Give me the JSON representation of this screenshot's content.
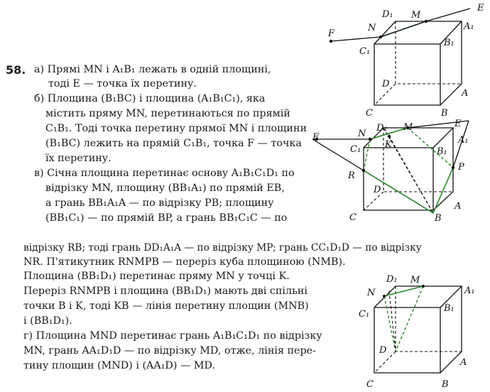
{
  "problem": {
    "number": "58.",
    "lines": [
      "а) Прямі MN і A₁B₁ лежать в одній площині,",
      "тоді E — точка їх перетину.",
      "б) Площина (B₁BC) і площина (A₁B₁C₁), яка",
      "містить пряму MN, перетинаються по прямій",
      "C₁B₁. Тоді точка перетину прямої MN і площини",
      "(B₁BC) лежить на прямій C₁B₁, точка F — точка",
      "їх перетину.",
      "в) Січна площина перетинає основу A₁B₁C₁D₁ по",
      "відрізку MN, площину (BB₁A₁) по прямій EB,",
      "а грань BB₁A₁A — по відрізку PB; площину",
      "(BB₁C₁) — по прямій BP, а грань BB₁C₁C — по",
      "відрізку RB; тоді грань DD₁A₁A — по відрізку MP; грань CC₁D₁D — по відрізку",
      "NR. П'ятикутник RNMPB — переріз куба площиною (NMB).",
      "Площина (BB₁D₁) перетинає пряму MN у точці K.",
      "Переріз RNMPB і площина (BB₁D₁) мають дві спільні",
      "точки B і K, тоді KB — лінія перетину площин (MNB)",
      "і (BB₁D₁).",
      "г) Площина MND перетинає грань A₁B₁C₁D₁ по відрізку",
      "MN, грань AA₁D₁D — по відрізку MD, отже, лінія пере-",
      "тину площин (MND) і (AA₁D) — MD."
    ]
  },
  "figures": {
    "fig1": {
      "labels": {
        "E": "E",
        "D1": "D₁",
        "M": "M",
        "A1": "A₁",
        "N": "N",
        "F": "F",
        "C1": "C₁",
        "B1": "B₁",
        "D": "D",
        "A": "A",
        "C": "C",
        "B": "B"
      }
    },
    "fig2": {
      "labels": {
        "F": "F",
        "N": "N",
        "D1": "D₁",
        "M": "M",
        "E": "E",
        "A1": "A₁",
        "C1": "C₁",
        "K": "K",
        "B1": "B₁",
        "P": "P",
        "R": "R",
        "D": "D",
        "A": "A",
        "C": "C",
        "B": "B"
      }
    },
    "fig3": {
      "labels": {
        "D1": "D₁",
        "M": "M",
        "N": "N",
        "A1": "A₁",
        "C1": "C₁",
        "B1": "B₁",
        "D": "D",
        "A": "A",
        "C": "C",
        "B": "B"
      }
    }
  }
}
